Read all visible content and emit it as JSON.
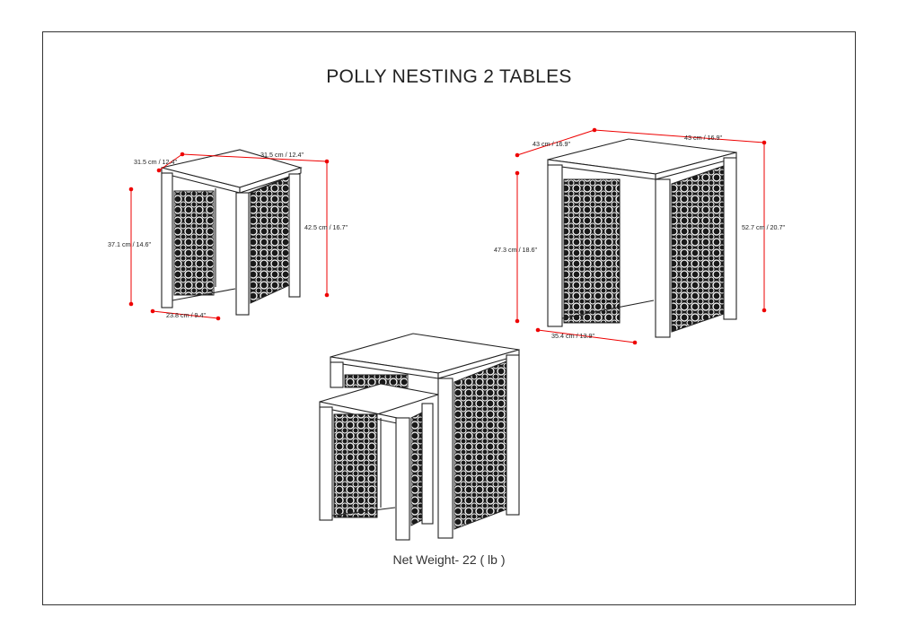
{
  "title": "POLLY NESTING 2 TABLES",
  "net_weight": "Net Weight- 22 ( lb )",
  "small_table": {
    "depth_label": "31.5 cm / 12.4\"",
    "width_label": "31.5 cm / 12.4\"",
    "height_label": "42.5 cm / 16.7\"",
    "inner_height_label": "37.1 cm / 14.6\"",
    "inner_width_label": "23.8 cm / 9.4\""
  },
  "large_table": {
    "depth_label": "43 cm / 16.9\"",
    "width_label": "43 cm / 16.9\"",
    "height_label": "52.7 cm / 20.7\"",
    "inner_height_label": "47.3 cm / 18.6\"",
    "inner_width_label": "35.4 cm / 13.9\""
  },
  "colors": {
    "dimension": "#e00000",
    "outline": "#222222",
    "frame": "#333333"
  }
}
